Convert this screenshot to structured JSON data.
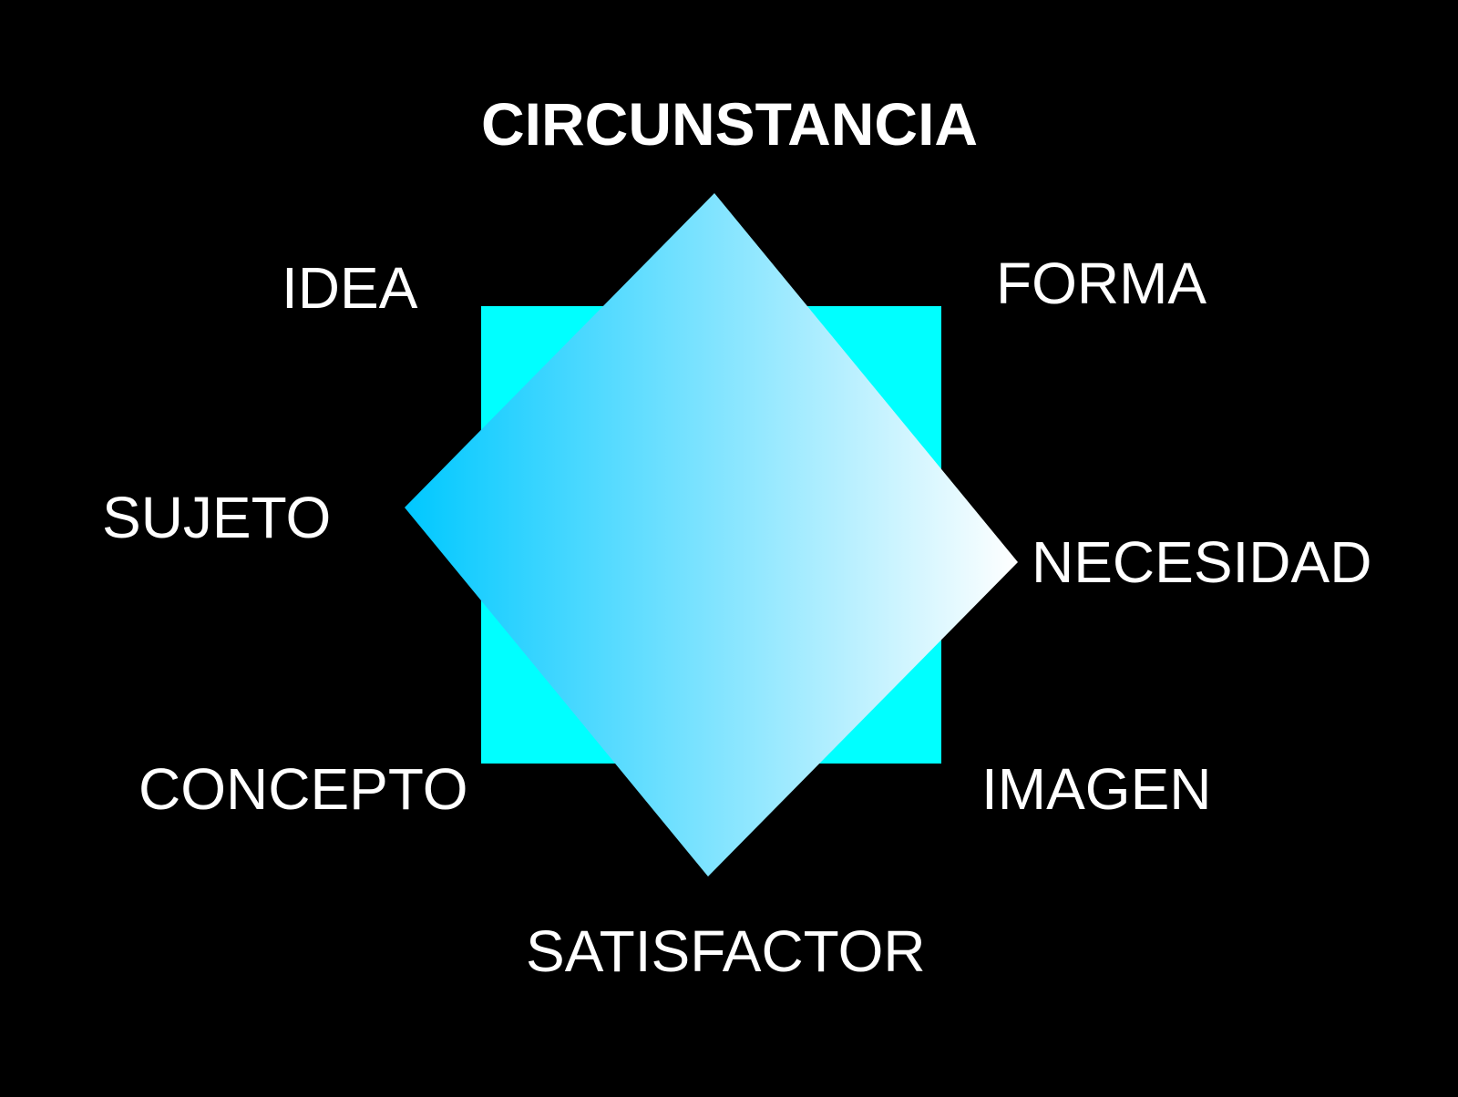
{
  "diagram": {
    "labels": {
      "top": "CIRCUNSTANCIA",
      "top_left": "IDEA",
      "top_right": "FORMA",
      "left": "SUJETO",
      "right": "NECESIDAD",
      "bottom_left": "CONCEPTO",
      "bottom_right": "IMAGEN",
      "bottom": "SATISFACTOR"
    },
    "colors": {
      "background": "#000000",
      "square": "#00FFFF",
      "diamond_gradient_start": "#00C8FF",
      "diamond_gradient_end": "#FFFFFF",
      "text": "#FFFFFF"
    }
  }
}
